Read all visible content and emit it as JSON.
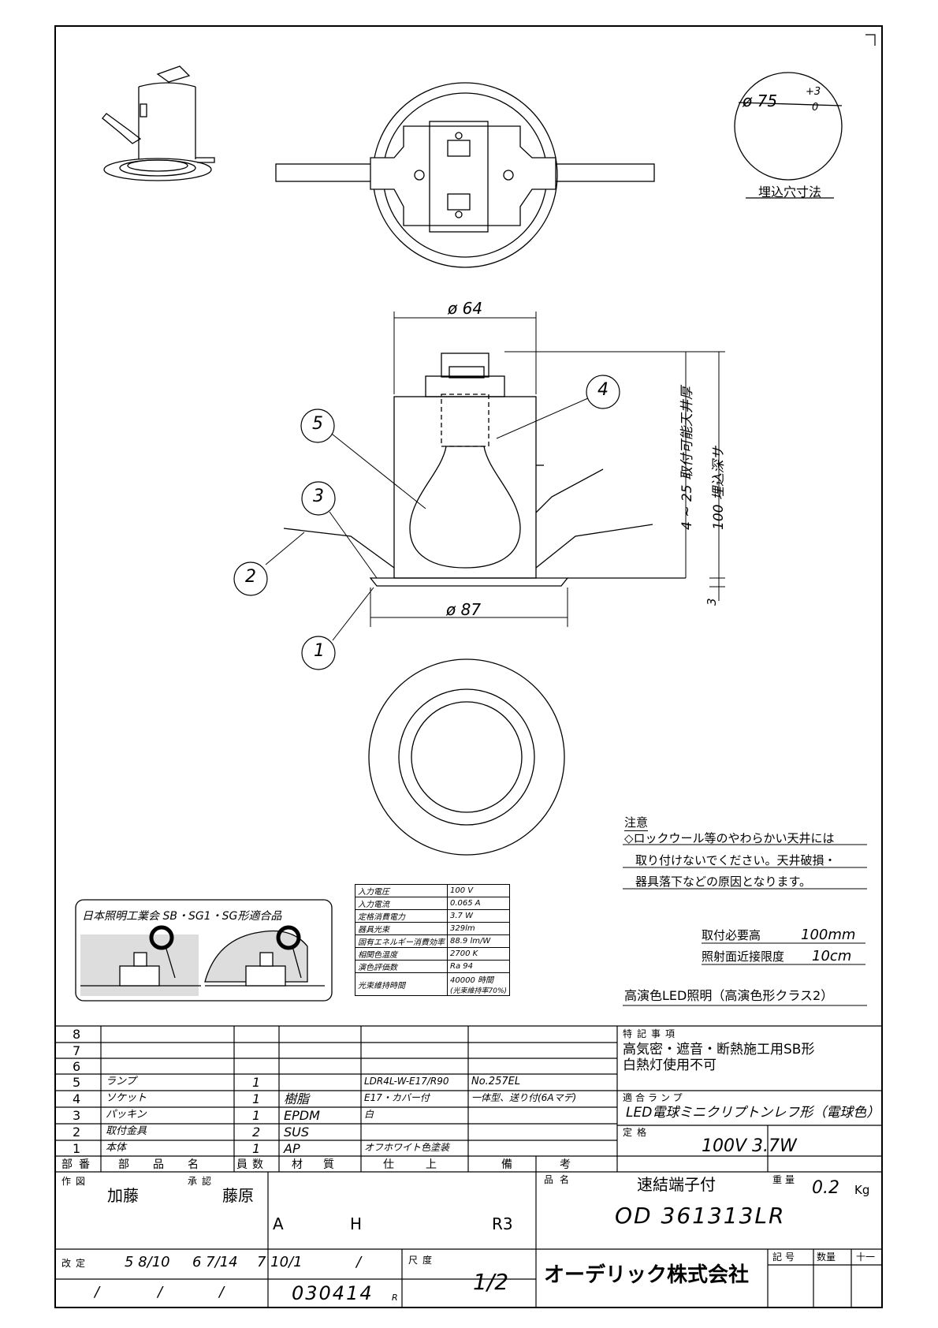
{
  "drawing": {
    "hole_size": {
      "diameter": "ø 75",
      "tol_plus": "+3",
      "tol_minus": "0",
      "label": "埋込穴寸法"
    },
    "dims": {
      "top_width": "ø 64",
      "flange_width": "ø 87",
      "ceiling_thickness": "4 ~ 25 取付可能天井厚",
      "embed_depth": "100 埋込深サ",
      "flange_height": "3"
    },
    "callouts": [
      "1",
      "2",
      "3",
      "4",
      "5"
    ]
  },
  "notes": {
    "caution_title": "注意",
    "caution_lines": [
      "◇ロックウール等のやわらかい天井には",
      "取り付けないでください。天井破損・",
      "器具落下などの原因となります。"
    ],
    "mount_height_label": "取付必要高",
    "mount_height_value": "100mm",
    "proximity_label": "照射面近接限度",
    "proximity_value": "10cm",
    "led_class": "高演色LED照明（高演色形クラス2）"
  },
  "sb_box": {
    "title": "日本照明工業会 SB・SG1・SG形適合品"
  },
  "spec_table": [
    {
      "label": "入力電圧",
      "value": "100 V"
    },
    {
      "label": "入力電流",
      "value": "0.065 A"
    },
    {
      "label": "定格消費電力",
      "value": "3.7 W"
    },
    {
      "label": "器具光束",
      "value": "329lm"
    },
    {
      "label": "固有エネルギー消費効率",
      "value": "88.9 lm/W"
    },
    {
      "label": "相関色温度",
      "value": "2700 K"
    },
    {
      "label": "演色評価数",
      "value": "Ra 94"
    },
    {
      "label": "光束維持時間",
      "value": "40000 時間",
      "value2": "(光束維持率70%)"
    }
  ],
  "parts": {
    "rows": [
      {
        "no": "8",
        "name": "",
        "qty": "",
        "material": "",
        "finish": "",
        "remarks": ""
      },
      {
        "no": "7",
        "name": "",
        "qty": "",
        "material": "",
        "finish": "",
        "remarks": ""
      },
      {
        "no": "6",
        "name": "",
        "qty": "",
        "material": "",
        "finish": "",
        "remarks": ""
      },
      {
        "no": "5",
        "name": "ランプ",
        "qty": "1",
        "material": "",
        "finish": "LDR4L-W-E17/R90",
        "remarks": "No.257EL"
      },
      {
        "no": "4",
        "name": "ソケット",
        "qty": "1",
        "material": "樹脂",
        "finish": "E17・カバー付",
        "remarks": "一体型、送り付(6Aマデ)"
      },
      {
        "no": "3",
        "name": "パッキン",
        "qty": "1",
        "material": "EPDM",
        "finish": "白",
        "remarks": ""
      },
      {
        "no": "2",
        "name": "取付金具",
        "qty": "2",
        "material": "SUS",
        "finish": "",
        "remarks": ""
      },
      {
        "no": "1",
        "name": "本体",
        "qty": "1",
        "material": "AP",
        "finish": "オフホワイト色塗装",
        "remarks": ""
      }
    ],
    "headers": {
      "no": "部番",
      "name": "部品名",
      "qty": "員数",
      "material": "材質",
      "finish": "仕上",
      "remarks": "備考"
    }
  },
  "special": {
    "heading": "特記事項",
    "lines": [
      "高気密・遮音・断熱施工用SB形",
      "白熱灯使用不可"
    ],
    "lamp_heading": "適合ランプ",
    "lamp": "LED電球ミニクリプトンレフ形（電球色）",
    "rating_heading": "定格",
    "rating": "100V 3.7W",
    "terminal": "速結端子付",
    "weight_heading": "重量",
    "weight": "0.2",
    "weight_unit": "Kg"
  },
  "title_block": {
    "drawn_label": "作図",
    "drawn_by": "加藤",
    "approved_label": "承認",
    "approved_by": "藤原",
    "a": "A",
    "h": "H",
    "rev": "R3",
    "product_label": "品名",
    "product_code": "OD 361313LR",
    "revised_label": "改定",
    "rev_dates": [
      "5 8/10",
      "6 7/14",
      "7 10/1",
      "/"
    ],
    "rev_blanks": [
      "/",
      "/",
      "/"
    ],
    "drawing_no": "030414",
    "drawing_no_suffix": "R",
    "scale_label": "尺度",
    "scale": "1/2",
    "company": "オーデリック株式会社",
    "code_label": "記号",
    "count_label": "数量",
    "ten_label": "十一"
  }
}
